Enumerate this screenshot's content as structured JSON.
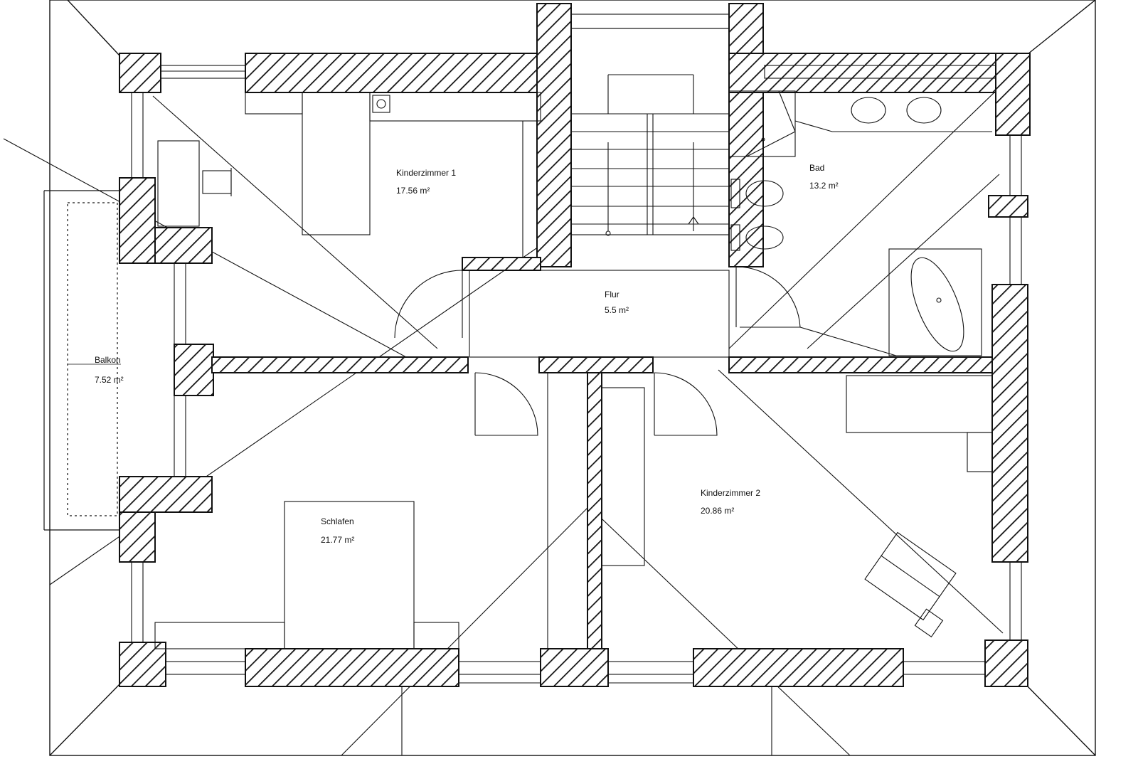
{
  "rooms": {
    "kinderzimmer1": {
      "name": "Kinderzimmer 1",
      "area": "17.56 m²"
    },
    "bad": {
      "name": "Bad",
      "area": "13.2 m²"
    },
    "flur": {
      "name": "Flur",
      "area": "5.5 m²"
    },
    "balkon": {
      "name": "Balkon",
      "area": "7.52 m²"
    },
    "schlafen": {
      "name": "Schlafen",
      "area": "21.77 m²"
    },
    "kinderzimmer2": {
      "name": "Kinderzimmer 2",
      "area": "20.86 m²"
    }
  },
  "colors": {
    "line": "#111111",
    "background": "#ffffff"
  }
}
